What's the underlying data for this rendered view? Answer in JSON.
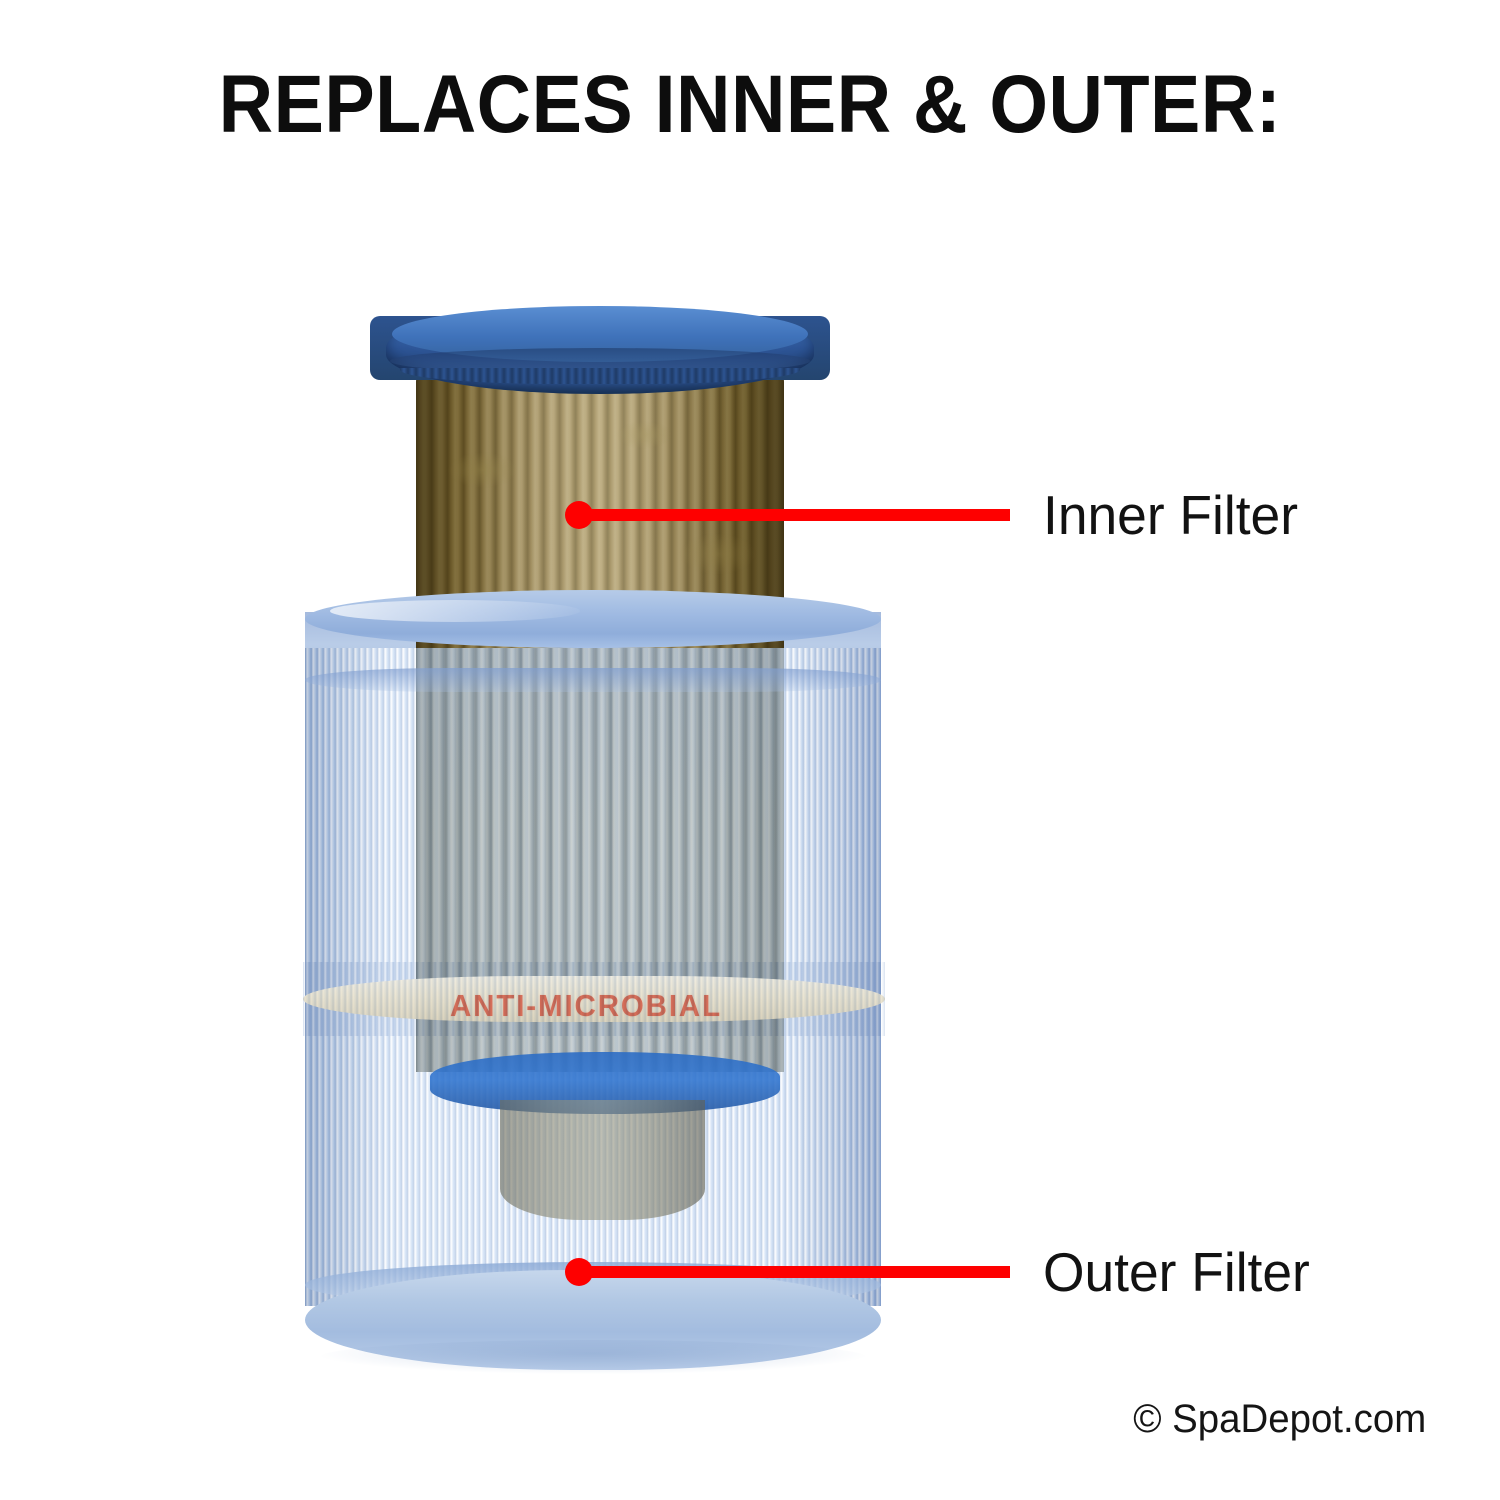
{
  "page": {
    "background_color": "#ffffff",
    "title": "REPLACES INNER & OUTER:"
  },
  "product": {
    "type": "spa-filter-cartridge-pair",
    "inner_filter": {
      "label": "Inner Filter",
      "cap_color": "#2d5596",
      "media_color": "#cfc3a0",
      "bottom_cap_color": "#2a6bc4"
    },
    "outer_filter": {
      "label": "Outer Filter",
      "rim_color": "#9fbae2",
      "media_color": "#e9f1fb",
      "bottom_cap_color": "#b2c8e4",
      "band_text": "ANTI-MICROBIAL",
      "band_text_color": "#d65c46",
      "band_color": "#f0e8d4"
    }
  },
  "callouts": [
    {
      "label": "Inner Filter",
      "color": "#fe0000"
    },
    {
      "label": "Outer Filter",
      "color": "#fe0000"
    }
  ],
  "watermark": {
    "text": "© SpaDepot.com"
  }
}
